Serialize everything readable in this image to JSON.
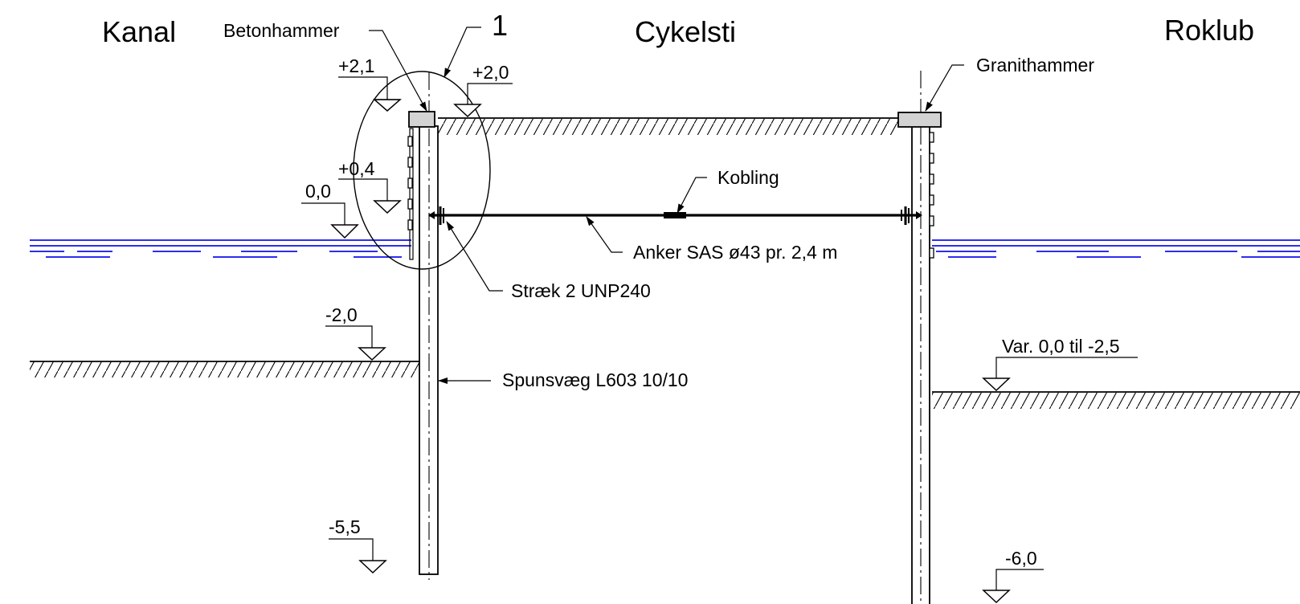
{
  "regions": {
    "left": "Kanal",
    "center": "Cykelsti",
    "right": "Roklub"
  },
  "detail_number": "1",
  "labels": {
    "concrete_cap": "Betonhammer",
    "granite_cap": "Granithammer",
    "coupling": "Kobling",
    "anchor": "Anker SAS ø43 pr. 2,4 m",
    "waler": "Stræk 2 UNP240",
    "sheet_pile": "Spunsvæg L603 10/10",
    "variable_level": "Var. 0,0 til -2,5"
  },
  "levels": {
    "top_left": "+2,1",
    "top_path": "+2,0",
    "fender_top": "+0,4",
    "water": "0,0",
    "canal_bed": "-2,0",
    "left_toe": "-5,5",
    "right_toe": "-6,0"
  },
  "colors": {
    "water_lines": "#1010ee",
    "cap_fill": "#d3d3d3"
  }
}
